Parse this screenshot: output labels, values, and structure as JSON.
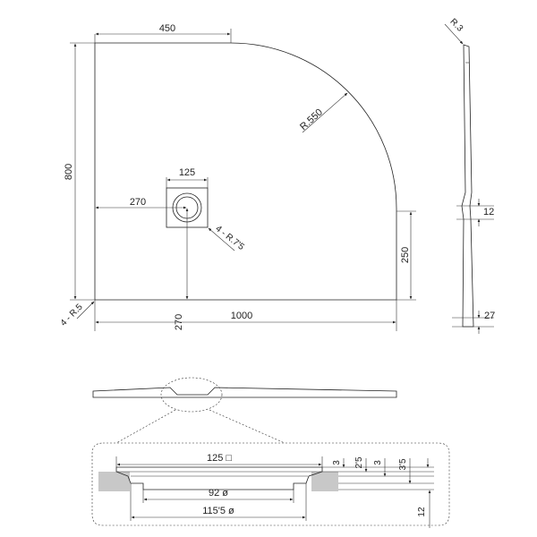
{
  "top_view": {
    "width_top": "450",
    "height": "800",
    "drain_width": "125",
    "drain_offset_x": "270",
    "drain_offset_y": "270",
    "overall_width": "1000",
    "side_straight": "250",
    "radius": "R.550",
    "drain_corner_radius": "4 - R.7'5",
    "corner_radius": "4 - R.5"
  },
  "side_view": {
    "edge_radius": "R.3",
    "thickness": "12",
    "total_height": "27"
  },
  "detail": {
    "top_width": "125 □",
    "inner_diameter": "92 ø",
    "outer_diameter": "115'5 ø",
    "dims": [
      "3",
      "2'5",
      "3",
      "3'5"
    ],
    "vertical": "12"
  }
}
